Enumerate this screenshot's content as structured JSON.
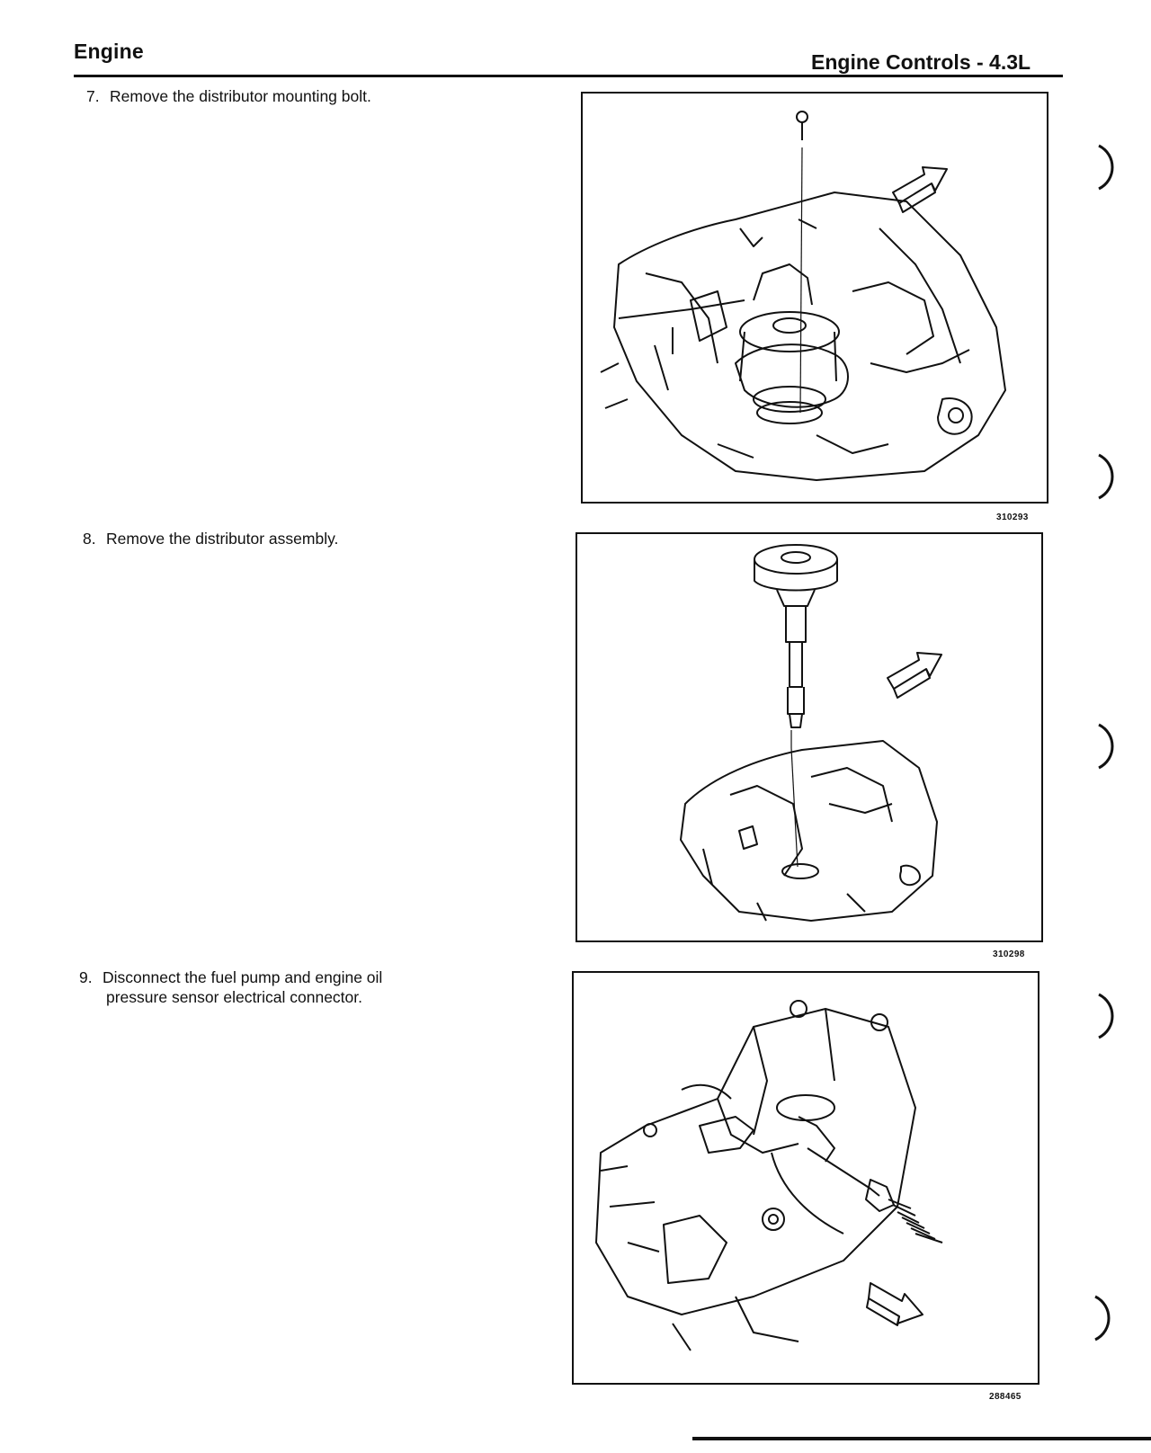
{
  "header": {
    "section": "Engine",
    "subsection": "Engine Controls - 4.3L"
  },
  "steps": [
    {
      "number": "7.",
      "lines": [
        "Remove the distributor mounting bolt."
      ]
    },
    {
      "number": "8.",
      "lines": [
        "Remove the distributor assembly."
      ]
    },
    {
      "number": "9.",
      "lines": [
        "Disconnect the fuel pump and engine oil",
        "pressure sensor electrical connector."
      ]
    }
  ],
  "figures": [
    {
      "id": "310293"
    },
    {
      "id": "310298"
    },
    {
      "id": "288465"
    }
  ],
  "icons": {
    "direction_arrow": "arrow-icon",
    "binder_hole": "binder-ring-icon"
  }
}
